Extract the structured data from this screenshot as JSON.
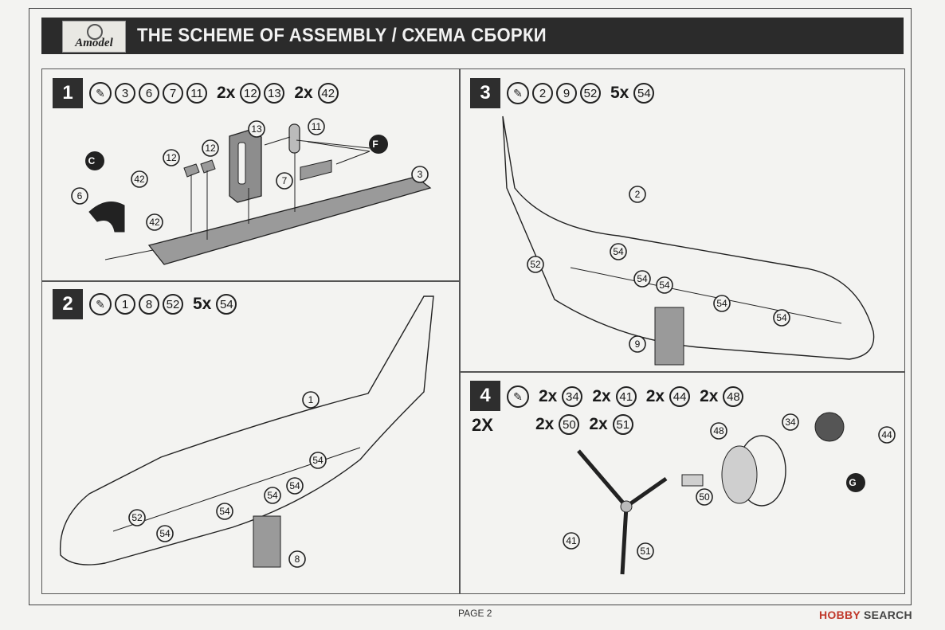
{
  "header": {
    "logo_text": "Amodel",
    "title": "THE SCHEME OF ASSEMBLY / СХЕМА СБОРКИ"
  },
  "steps": [
    {
      "number": "1",
      "sequence": [
        "3",
        "6",
        "7",
        "11",
        "2x",
        "12",
        "13",
        "2x",
        "42"
      ],
      "part_labels": [
        "13",
        "11",
        "12",
        "12",
        "F",
        "C",
        "42",
        "42",
        "6",
        "7",
        "3"
      ]
    },
    {
      "number": "2",
      "sequence": [
        "1",
        "8",
        "52",
        "5x",
        "54"
      ],
      "part_labels": [
        "1",
        "54",
        "54",
        "54",
        "54",
        "52",
        "54",
        "8"
      ]
    },
    {
      "number": "3",
      "sequence": [
        "2",
        "9",
        "52",
        "5x",
        "54"
      ],
      "part_labels": [
        "2",
        "54",
        "52",
        "54",
        "54",
        "54",
        "54",
        "9"
      ]
    },
    {
      "number": "4",
      "sequence": [
        "2x",
        "34",
        "2x",
        "41",
        "2x",
        "44",
        "2x",
        "48"
      ],
      "sequence_line2": [
        "2x",
        "50",
        "2x",
        "51"
      ],
      "multiplier": "2X",
      "part_labels": [
        "34",
        "44",
        "48",
        "50",
        "41",
        "51",
        "G"
      ]
    }
  ],
  "footer": {
    "page": "PAGE 2"
  },
  "watermark": {
    "prefix": "HOBBY",
    "suffix": "SEARCH"
  },
  "colors": {
    "header_bg": "#2b2b2b",
    "paper": "#f3f3f1",
    "ink": "#222222"
  }
}
